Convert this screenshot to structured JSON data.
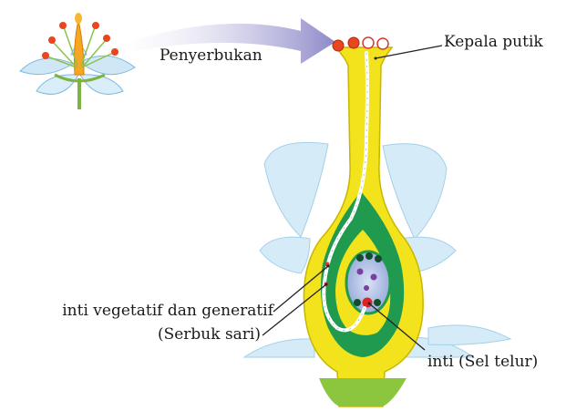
{
  "labels": {
    "pollination": "Penyerbukan",
    "stigma": "Kepala putik",
    "nuclei_line1": "inti vegetatif dan generatif",
    "nuclei_line2": "(Serbuk sari)",
    "egg_nucleus": "inti (Sel telur)"
  },
  "colors": {
    "pistil_yellow": "#f2e31c",
    "ovary_green": "#1f9a4e",
    "stalk_green": "#8cc63f",
    "petal_blue": "#bfe0f2",
    "arrow": "#a9a6d6",
    "ovule_center": "#b9c6e6",
    "egg_cell": "#e02222"
  }
}
